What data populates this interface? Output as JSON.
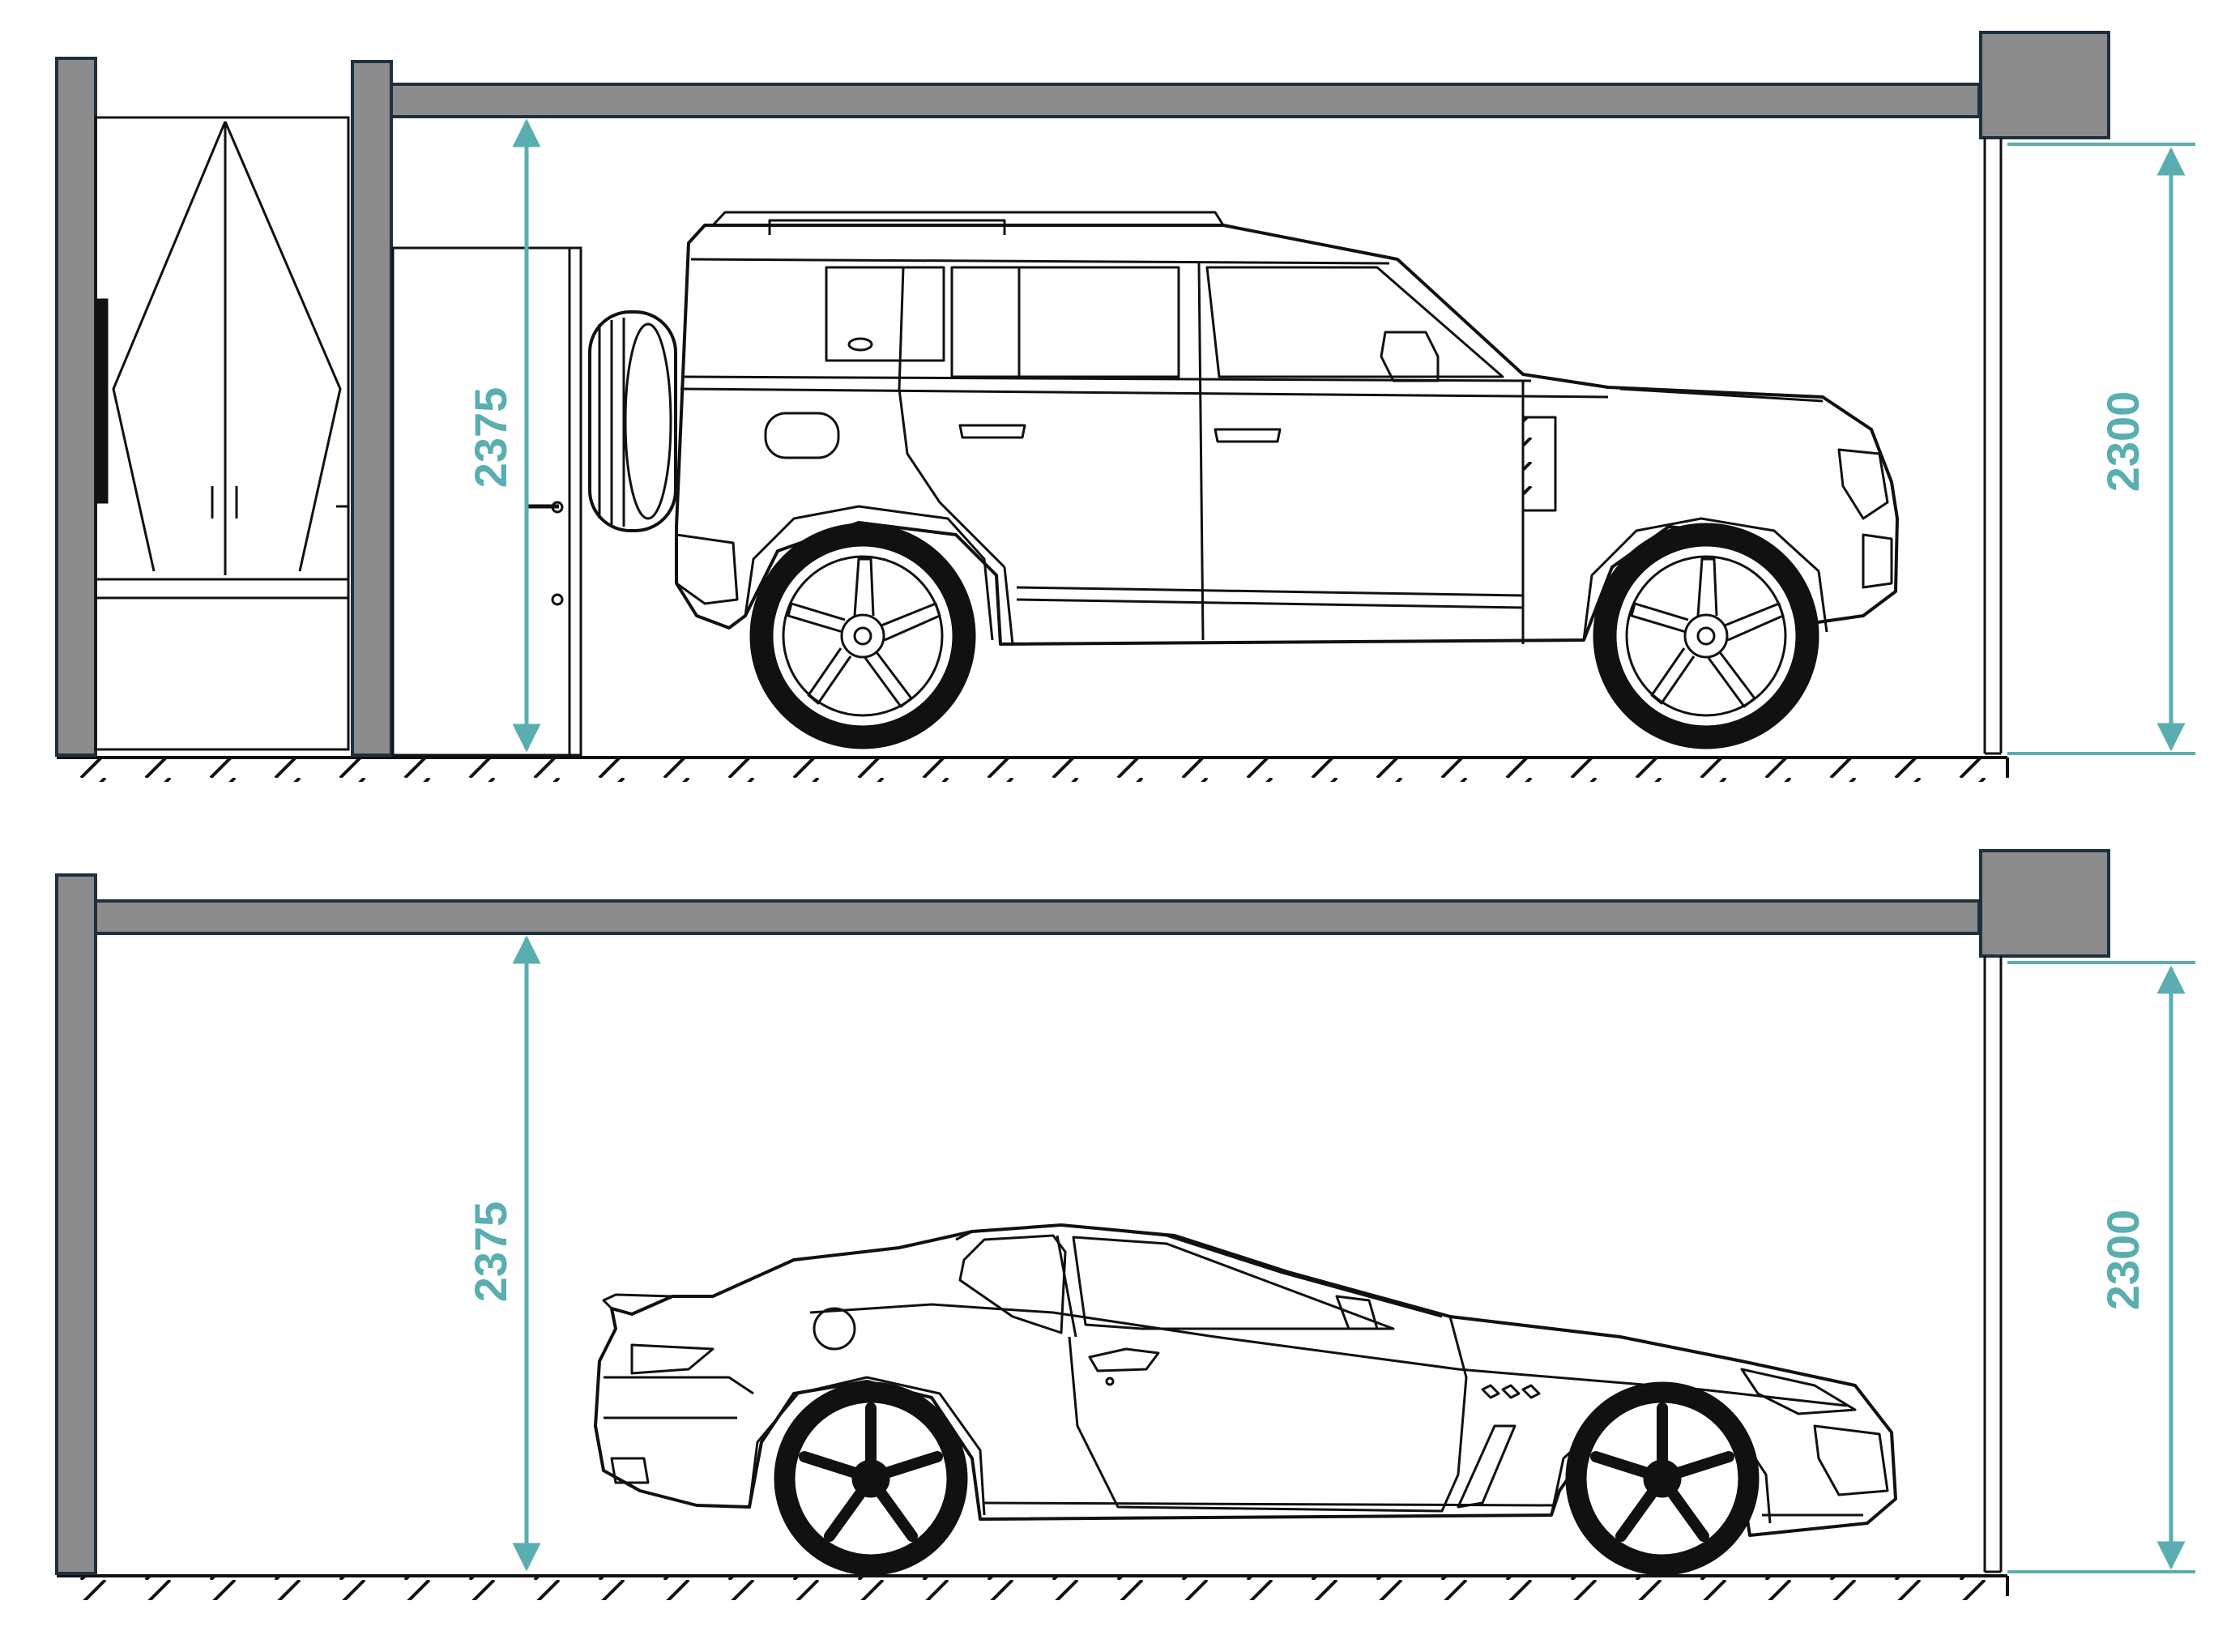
{
  "colors": {
    "wall": "#8c8c8c",
    "outline": "#1e3040",
    "dimension": "#5aaeb0",
    "line": "#111111"
  },
  "panels": [
    {
      "id": "top",
      "vehicle": "suv",
      "ceiling_dimension": "2375",
      "beam_dimension": "2300"
    },
    {
      "id": "bottom",
      "vehicle": "coupe",
      "ceiling_dimension": "2375",
      "beam_dimension": "2300"
    }
  ]
}
